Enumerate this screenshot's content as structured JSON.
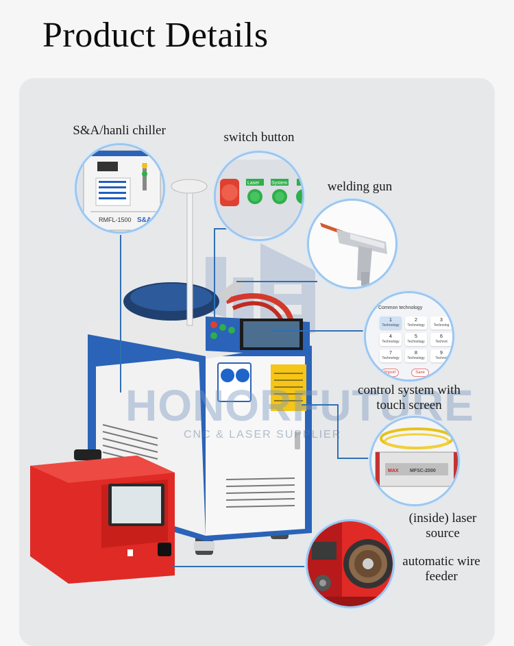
{
  "title": "Product Details",
  "watermark": {
    "brand": "HONORFUTURE",
    "tagline": "CNC & LASER SUPPLIER"
  },
  "callouts": {
    "chiller": "S&A/hanli chiller",
    "switch_button": "switch button",
    "welding_gun": "welding gun",
    "control_system": "control system with touch screen",
    "laser_source": "(inside) laser source",
    "wire_feeder": "automatic wire feeder"
  },
  "chiller_plate": {
    "model": "RMFL-1500",
    "brand": "S&A"
  },
  "switch_panel": {
    "btn1": "Laser",
    "btn2": "System"
  },
  "touch_screen": {
    "header": "Common technology",
    "keys": [
      {
        "num": "1",
        "label": "Technology"
      },
      {
        "num": "2",
        "label": "Technology"
      },
      {
        "num": "3",
        "label": "Technolog"
      },
      {
        "num": "4",
        "label": "Technology"
      },
      {
        "num": "5",
        "label": "Technology"
      },
      {
        "num": "6",
        "label": "Technol"
      },
      {
        "num": "7",
        "label": "Technology"
      },
      {
        "num": "8",
        "label": "Technology"
      },
      {
        "num": "9",
        "label": "Technol"
      }
    ],
    "import_label": "Import",
    "save_label": "Save"
  },
  "laser_source_plate": {
    "brand": "MAX",
    "model": "MFSC-2000"
  },
  "colors": {
    "accent_blue": "#2f6fb5",
    "circle_border": "#9cc6ee",
    "machine_blue": "#2a63b8",
    "wire_feeder_red": "#e02a25",
    "button_green": "#2fae4a"
  }
}
